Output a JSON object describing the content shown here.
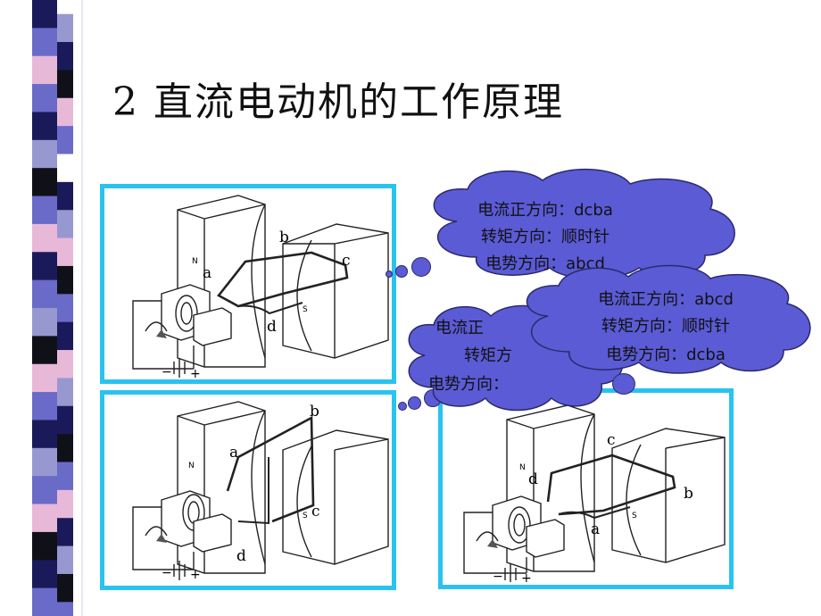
{
  "slide": {
    "title": "2 直流电动机的工作原理"
  },
  "figures": [
    {
      "labels": {
        "a": "a",
        "b": "b",
        "c": "c",
        "d": "d"
      },
      "pole_n": "N",
      "pole_s": "S",
      "terminals": {
        "minus": "−",
        "plus": "+"
      }
    },
    {
      "labels": {
        "a": "a",
        "b": "b",
        "c": "c",
        "d": "d"
      },
      "pole_n": "N",
      "pole_s": "S",
      "terminals": {
        "minus": "−",
        "plus": "+"
      }
    },
    {
      "labels": {
        "a": "a",
        "b": "b",
        "c": "c",
        "d": "d"
      },
      "pole_n": "N",
      "pole_s": "S",
      "terminals": {
        "minus": "−",
        "plus": "+"
      }
    }
  ],
  "callouts": {
    "cloud1": {
      "line1": "电流正方向：dcba",
      "line2": "转矩方向：顺时针",
      "line3": "电势方向：abcd"
    },
    "cloud2": {
      "line1": "电流正方向：abcd",
      "line2": "转矩方向：顺时针",
      "line3": "电势方向：dcba"
    },
    "cloud3": {
      "line1": "电流正",
      "line2": "转矩方",
      "line3": "电势方向："
    }
  },
  "colors": {
    "frame_border": "#29c3f0",
    "cloud_fill": "#5b5bd6",
    "stripe": [
      "#1a1a5a",
      "#6a6ac8",
      "#e8b8d8",
      "#9898d0",
      "#101018",
      "#ffffff"
    ]
  }
}
